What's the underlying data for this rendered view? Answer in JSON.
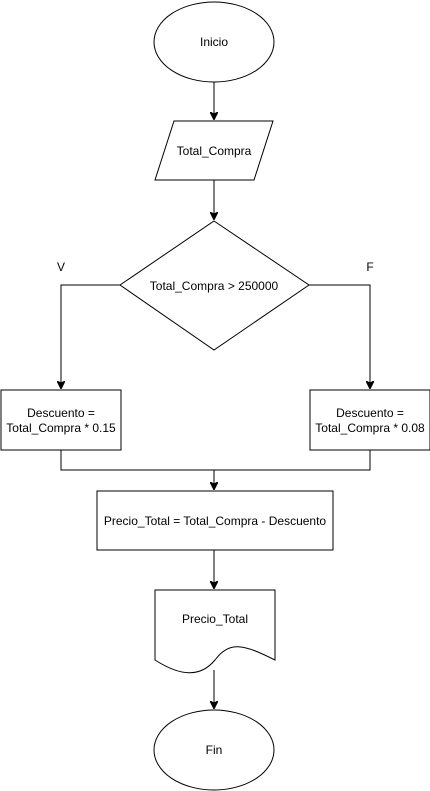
{
  "flowchart": {
    "start": {
      "label": "Inicio"
    },
    "input": {
      "label": "Total_Compra"
    },
    "decision": {
      "label": "Total_Compra > 250000"
    },
    "branch_true": {
      "label": "V"
    },
    "branch_false": {
      "label": "F"
    },
    "process_true": {
      "line1": "Descuento =",
      "line2": "Total_Compra * 0.15"
    },
    "process_false": {
      "line1": "Descuento =",
      "line2": "Total_Compra * 0.08"
    },
    "process_total": {
      "label": "Precio_Total = Total_Compra - Descuento"
    },
    "output": {
      "label": "Precio_Total"
    },
    "end": {
      "label": "Fin"
    }
  }
}
